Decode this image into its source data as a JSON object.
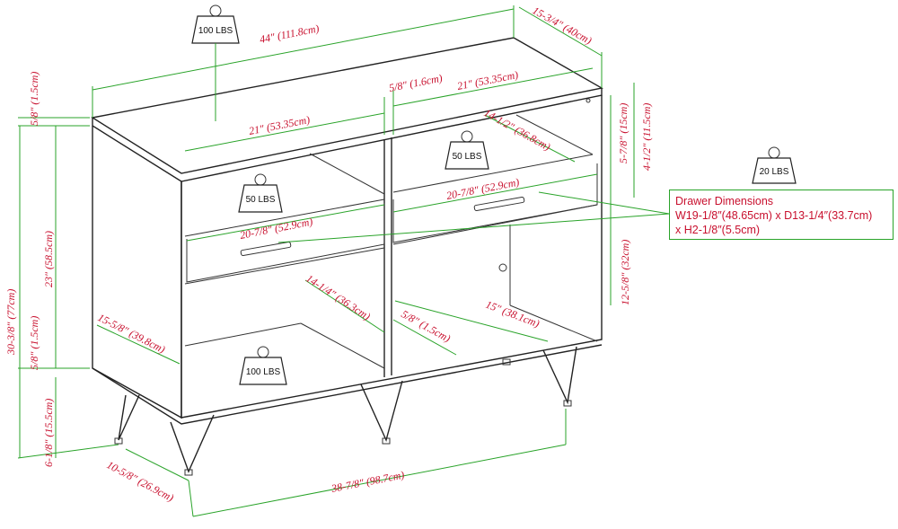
{
  "weights": {
    "top": "100 LBS",
    "shelf_left": "50 LBS",
    "shelf_right": "50 LBS",
    "bottom": "100 LBS",
    "drawer": "20 LBS"
  },
  "dimensions": {
    "width": "44″ (111.8cm)",
    "depth": "15-3/4″ (40cm)",
    "top_thickness": "5/8″ (1.5cm)",
    "height": "30-3/8″ (77cm)",
    "body_height": "23″ (58.5cm)",
    "bottom_thickness": "5/8″ (1.5cm)",
    "leg_height": "6-1/8″ (15.5cm)",
    "leg_depth": "10-5/8″ (26.9cm)",
    "leg_span": "38-7/8″ (98.7cm)",
    "inner_width_left": "21″ (53.35cm)",
    "inner_width_right": "21″ (53.35cm)",
    "divider_thickness": "5/8″ (1.6cm)",
    "shelf_depth": "14-1/2″ (36.8cm)",
    "drawer_width_left": "20-7/8″ (52.9cm)",
    "drawer_width_right": "20-7/8″ (52.9cm)",
    "right_top_gap": "5-7/8″ (15cm)",
    "right_shelf_height": "4-1/2″ (11.5cm)",
    "right_lower_height": "12-5/8″ (32cm)",
    "lower_depth": "14-1/4″ (36.3cm)",
    "side_depth": "15-5/8″ (39.8cm)",
    "center_divider": "5/8″ (1.5cm)",
    "lower_width": "15″ (38.1cm)"
  },
  "callout": {
    "title": "Drawer Dimensions",
    "line1": "W19-1/8″(48.65cm) x D13-1/4″(33.7cm)",
    "line2": "x H2-1/8″(5.5cm)"
  },
  "colors": {
    "dimension_text": "#c8102e",
    "dimension_line": "#29a329",
    "outline": "#222222"
  }
}
